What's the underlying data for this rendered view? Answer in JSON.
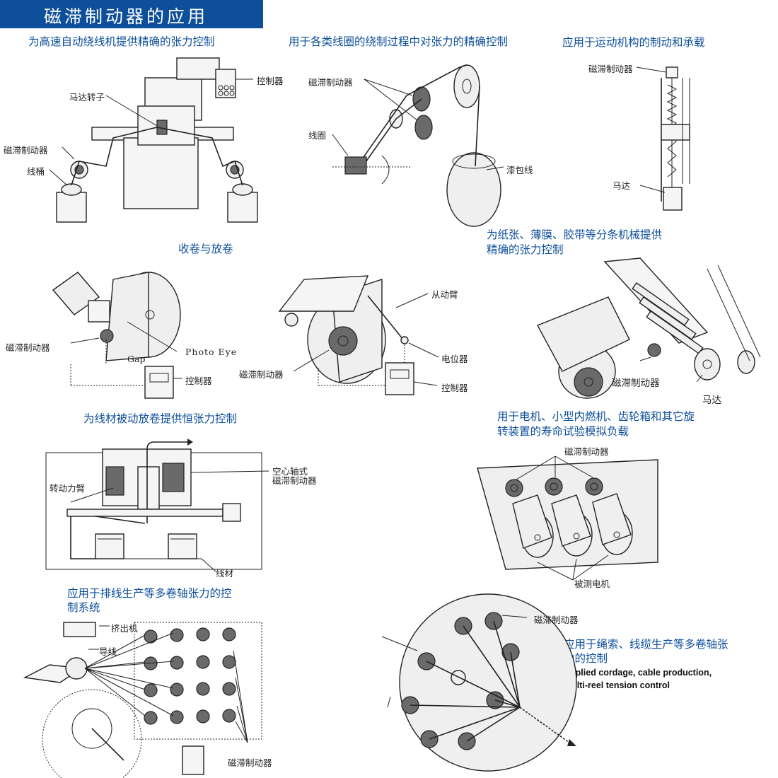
{
  "title": "磁滞制动器的应用",
  "headings": {
    "h1": "为高速自动绕线机提供精确的张力控制",
    "h2": "用于各类线圈的绕制过程中对张力的精确控制",
    "h3": "应用于运动机构的制动和承载",
    "h4": "收卷与放卷",
    "h5a": "为纸张、薄膜、胶带等分条机械提供",
    "h5b": "精确的张力控制",
    "h6": "为线材被动放卷提供恒张力控制",
    "h7a": "用于电机、小型内燃机、齿轮箱和其它旋",
    "h7b": "转装置的寿命试验模拟负载",
    "h8a": "应用于排线生产等多卷轴张力的控",
    "h8b": "制系统",
    "h9a": "应用于绳索、线缆生产等多卷轴张",
    "h9b": "力的控制",
    "h9_en1": "Applied cordage, cable production,",
    "h9_en2": "multi-reel tension control"
  },
  "labels": {
    "brake": "磁滞制动器",
    "controller": "控制器",
    "motor_rotor": "马达转子",
    "bobbin": "线桶",
    "coil": "线圈",
    "enameled_wire": "漆包线",
    "motor": "马达",
    "photo_eye": "Photo Eye",
    "gap": "Gap",
    "follower_arm": "从动臂",
    "potentiometer": "电位器",
    "hollow_shaft_a": "空心轴式",
    "hollow_shaft_b": "磁滞制动器",
    "torque_arm": "转动力臂",
    "wire": "线材",
    "motor_under_test": "被测电机",
    "extruder": "挤出机",
    "guide_wire": "导线"
  },
  "colors": {
    "accent": "#0d4f9a",
    "title_text": "#ffffff",
    "line": "#222222"
  }
}
